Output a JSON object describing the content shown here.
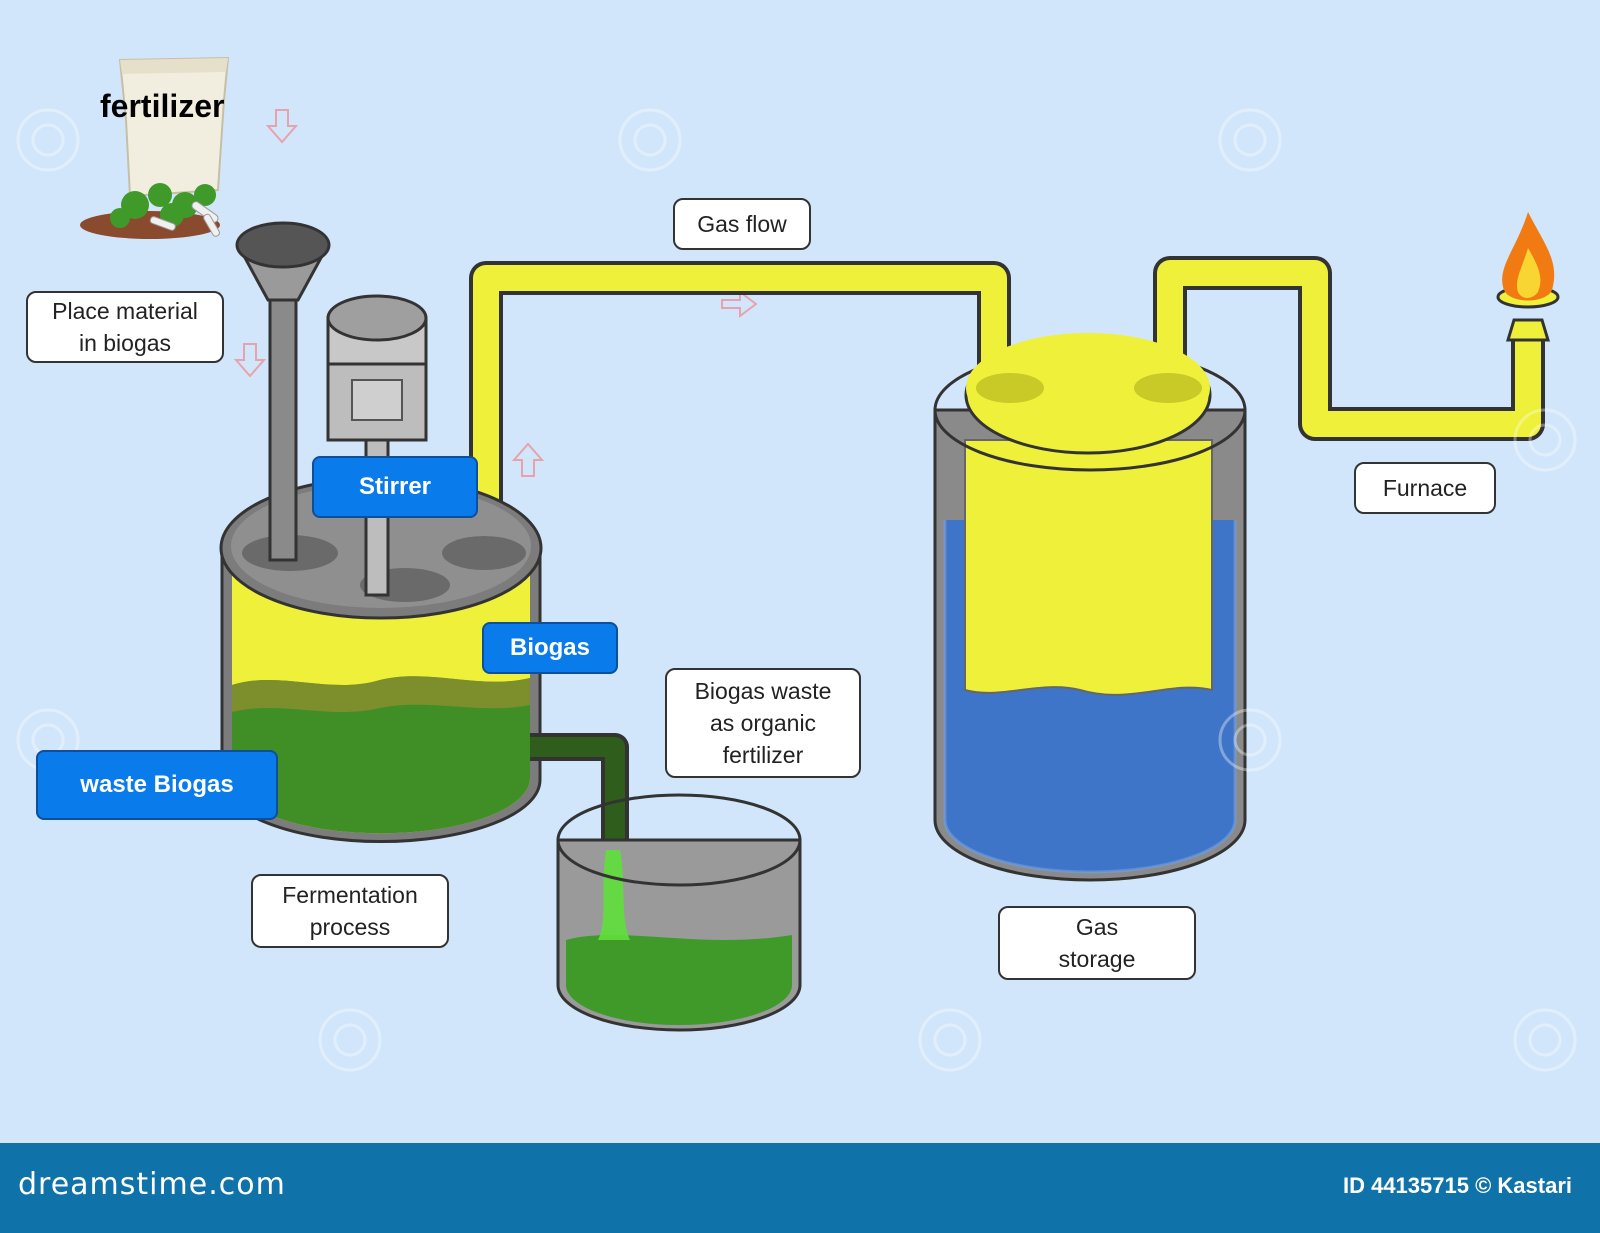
{
  "diagram": {
    "fertilizer_title": "fertilizer",
    "labels": {
      "place_material": "Place material\nin biogas",
      "gas_flow": "Gas flow",
      "stirrer": "Stirrer",
      "biogas": "Biogas",
      "waste_biogas": "waste Biogas",
      "biogas_waste_fertilizer": "Biogas waste\nas organic\nfertilizer",
      "fermentation_process": "Fermentation\nprocess",
      "gas_storage": "Gas\nstorage",
      "furnace": "Furnace"
    },
    "colors": {
      "background": "#d2e6fb",
      "gas_yellow": "#eef03a",
      "slurry_green": "#3f8f26",
      "water_blue": "#3f75c8",
      "tag_blue": "#0a7bea",
      "footer_blue": "#0f72a8",
      "flame_orange": "#f27a12"
    }
  },
  "footer": {
    "brand": "dreamstime.com",
    "image_id": "ID 44135715 © Kastari"
  }
}
